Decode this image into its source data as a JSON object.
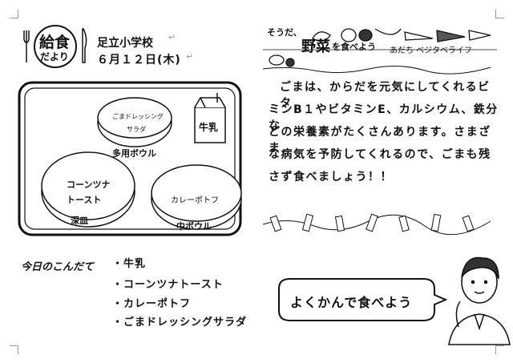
{
  "header": {
    "logo_line1": "給食",
    "logo_line2": "だより",
    "school": "足立小学校",
    "date": "６月１２日(木)"
  },
  "banner": {
    "prefix": "そうだ、",
    "title": "野菜",
    "suffix": "を食べよう",
    "tagline": "あだち ベジタベライフ"
  },
  "tray": {
    "salad_bowl_text_1": "ごまドレッシング",
    "salad_bowl_text_2": "サラダ",
    "salad_bowl_label": "多用ボウル",
    "toast_text_1": "コーンツナ",
    "toast_text_2": "トースト",
    "toast_label": "深皿",
    "soup_text": "カレーポトフ",
    "soup_label": "中ボウル",
    "milk_label": "牛乳"
  },
  "article": {
    "lines": [
      "ごまは、からだを元気にしてくれるビタ",
      "ミンB１やビタミンE、カルシウム、鉄分な",
      "どの栄養素がたくさんあります。さまざま",
      "な病気を予防してくれるので、ごまも残",
      "さず食べましょう！！"
    ]
  },
  "menu": {
    "heading": "今日のこんだて",
    "items": [
      "・牛乳",
      "・コーンツナトースト",
      "・カレーポトフ",
      "・ごまドレッシングサラダ"
    ]
  },
  "callout": {
    "text": "よくかんで食べよう"
  }
}
